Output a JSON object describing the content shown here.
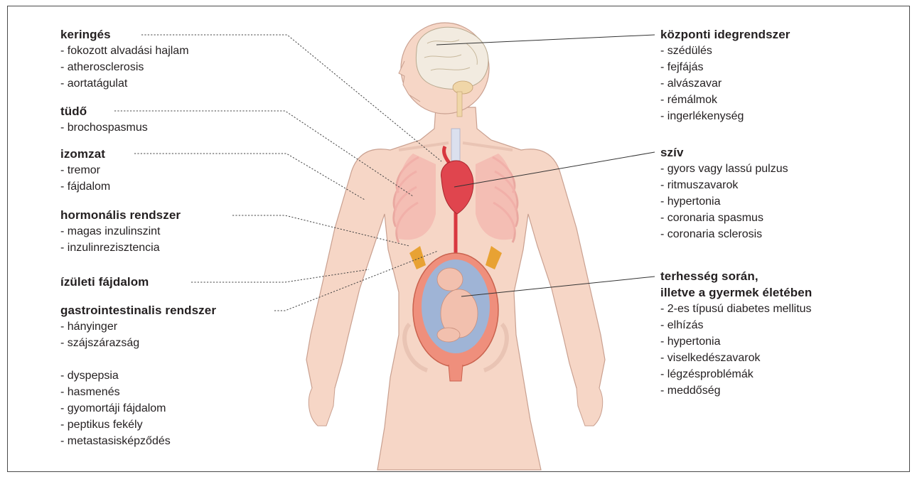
{
  "left_groups": [
    {
      "id": "keringes",
      "title": "keringés",
      "items": [
        "- fokozott alvadási hajlam",
        "- atherosclerosis",
        "- aortatágulat"
      ]
    },
    {
      "id": "tudo",
      "title": "tüdő",
      "items": [
        "- brochospasmus"
      ]
    },
    {
      "id": "izomzat",
      "title": "izomzat",
      "items": [
        "- tremor",
        "- fájdalom"
      ]
    },
    {
      "id": "hormonalis",
      "title": "hormonális rendszer",
      "items": [
        "- magas inzulinszint",
        "- inzulinrezisztencia"
      ]
    },
    {
      "id": "izuleti",
      "title": "ízületi fájdalom",
      "items": []
    },
    {
      "id": "gastro",
      "title": "gastrointestinalis rendszer",
      "items": [
        "- hányinger",
        "- szájszárazság"
      ],
      "items_after_gap": [
        "- dyspepsia",
        "- hasmenés",
        "- gyomortáji fájdalom",
        "- peptikus fekély",
        "- metastasisképződés"
      ]
    }
  ],
  "right_groups": [
    {
      "id": "kozponti",
      "title": "központi idegrendszer",
      "items": [
        "- szédülés",
        "- fejfájás",
        "- alvászavar",
        "- rémálmok",
        "- ingerlékenység"
      ]
    },
    {
      "id": "sziv",
      "title": "szív",
      "items": [
        "- gyors vagy lassú pulzus",
        "- ritmuszavarok",
        "- hypertonia",
        "- coronaria spasmus",
        "- coronaria sclerosis"
      ]
    },
    {
      "id": "terhesseg",
      "title": "terhesség során,",
      "title2": "illetve a gyermek életében",
      "items": [
        "- 2-es típusú diabetes mellitus",
        "- elhízás",
        "- hypertonia",
        "- viselkedészavarok",
        "- légzésproblémák",
        "- meddőség"
      ]
    }
  ],
  "colors": {
    "skin": "#f6d6c6",
    "skin_outline": "#c9a090",
    "brain": "#f2ebe0",
    "heart": "#e0454e",
    "uterus": "#ef8f7c",
    "amniotic": "#9fb4d6",
    "fetus": "#f2c0ae",
    "adrenal": "#e8a233",
    "text": "#231f20"
  }
}
